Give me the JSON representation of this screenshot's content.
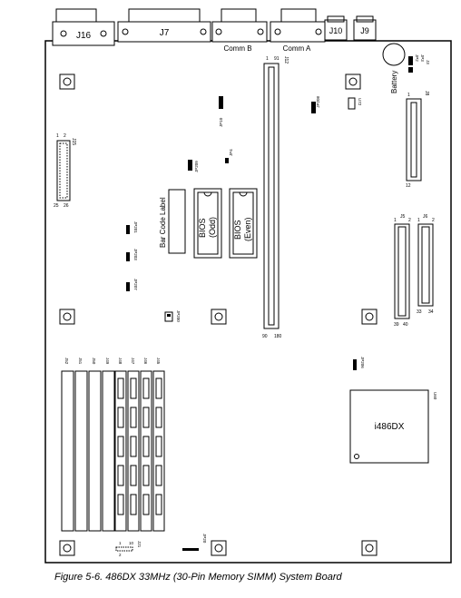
{
  "connectors": {
    "j16": "J16",
    "j7": "J7",
    "comm_b": "Comm B",
    "comm_a": "Comm A",
    "j10": "J10",
    "j9": "J9"
  },
  "labels": {
    "battery": "Battery",
    "bar_code": "Bar Code Label",
    "bios_odd": "BIOS (Odd)",
    "bios_even": "BIOS (Even)",
    "bios_odd_l1": "BIOS",
    "bios_odd_l2": "(Odd)",
    "bios_even_l1": "BIOS",
    "bios_even_l2": "(Even)",
    "cpu": "i486DX"
  },
  "small_labels": {
    "j12": "J12",
    "j12_pin1": "1",
    "j12_pin91": "91",
    "j12_pin90": "90",
    "j12_pin180": "180",
    "jp2": "JP2",
    "jp3": "JP3",
    "j3": "J3",
    "j8": "J8",
    "j8_pin1": "1",
    "j8_pin12": "12",
    "u72": "U72",
    "jp208": "JP208",
    "jp10": "JP10",
    "jp4": "JP4",
    "jp209": "JP209",
    "j15": "J15",
    "j15_pin1": "1",
    "j15_pin2": "2",
    "j15_pin25": "25",
    "j15_pin26": "26",
    "jp201": "JP201",
    "jp203": "JP203",
    "jp207": "JP207",
    "jp200": "JP200",
    "j5": "J5",
    "j6": "J6",
    "j5_pin1": "1",
    "j5_pin2": "2",
    "j5_pin39": "39",
    "j5_pin40": "40",
    "j6_pin1": "1",
    "j6_pin2": "2",
    "j6_pin33": "33",
    "j6_pin34": "34",
    "jp206": "JP206",
    "u60": "U60",
    "simm_j52": "J52",
    "simm_j51": "J51",
    "simm_j50": "J50",
    "simm_j49": "J49",
    "simm_j48": "J48",
    "simm_j47": "J47",
    "simm_j46": "J46",
    "simm_j45": "J45",
    "jp20": "JP20",
    "j21": "J21",
    "j21_pin1": "1",
    "j21_pin2": "2",
    "j21_pin10": "10"
  },
  "caption": "Figure    5-6.  486DX 33MHz (30-Pin Memory SIMM) System Board"
}
